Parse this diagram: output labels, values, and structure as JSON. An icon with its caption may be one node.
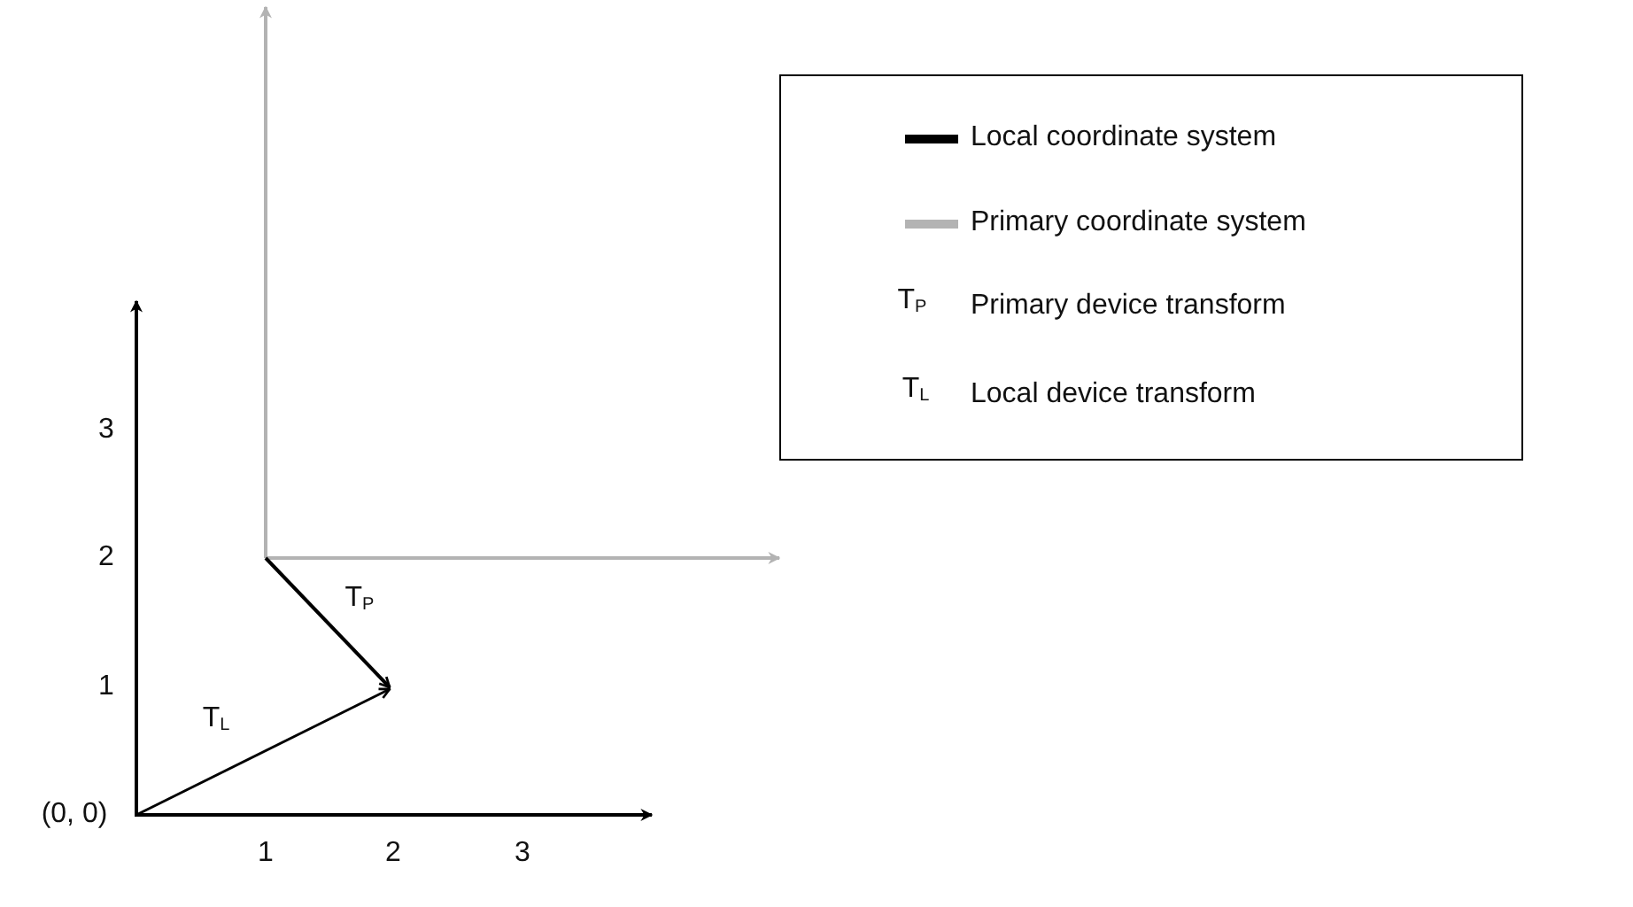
{
  "diagram": {
    "labels": [
      "3",
      "2",
      "T$_{P}$",
      "1",
      "T$_{L}$",
      "(0, 0)",
      "1",
      "2",
      "3",
      "T$_{P}$",
      "T$_{L}$"
    ],
    "legend": [
      {
        "text": "Local coordinate system",
        "color": "#000000"
      },
      {
        "text": "Primary coordinate system",
        "color": "#b3b3b3"
      },
      {
        "text": "Primary device transform"
      },
      {
        "text": "Local device transform"
      }
    ]
  }
}
